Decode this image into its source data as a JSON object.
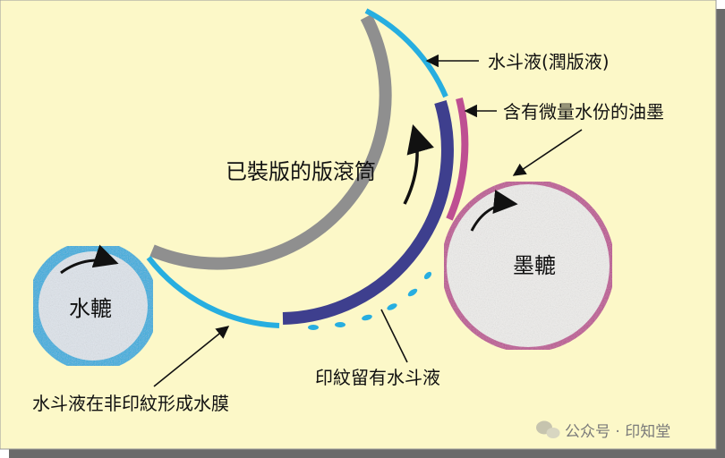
{
  "labels": {
    "plate_cylinder": "已裝版的版滾筒",
    "water_roller": "水轆",
    "ink_roller": "墨轆",
    "fountain_solution": "水斗液(潤版液)",
    "ink_with_water": "含有微量水份的油墨",
    "image_retains_solution": "印紋留有水斗液",
    "non_image_film": "水斗液在非印紋形成水膜"
  },
  "watermark": {
    "text": "公众号 · 印知堂",
    "icon": "wechat-icon"
  },
  "colors": {
    "background": "#fcf8c8",
    "fountain_solution": "#27aee0",
    "plate": "#8f8f8f",
    "image_area": "#3e3f8e",
    "ink": "#be4f92",
    "water_roller_fill": "#dfe5ec",
    "ink_roller_fill": "#efeeec",
    "shadow": "#6a6a6a"
  }
}
